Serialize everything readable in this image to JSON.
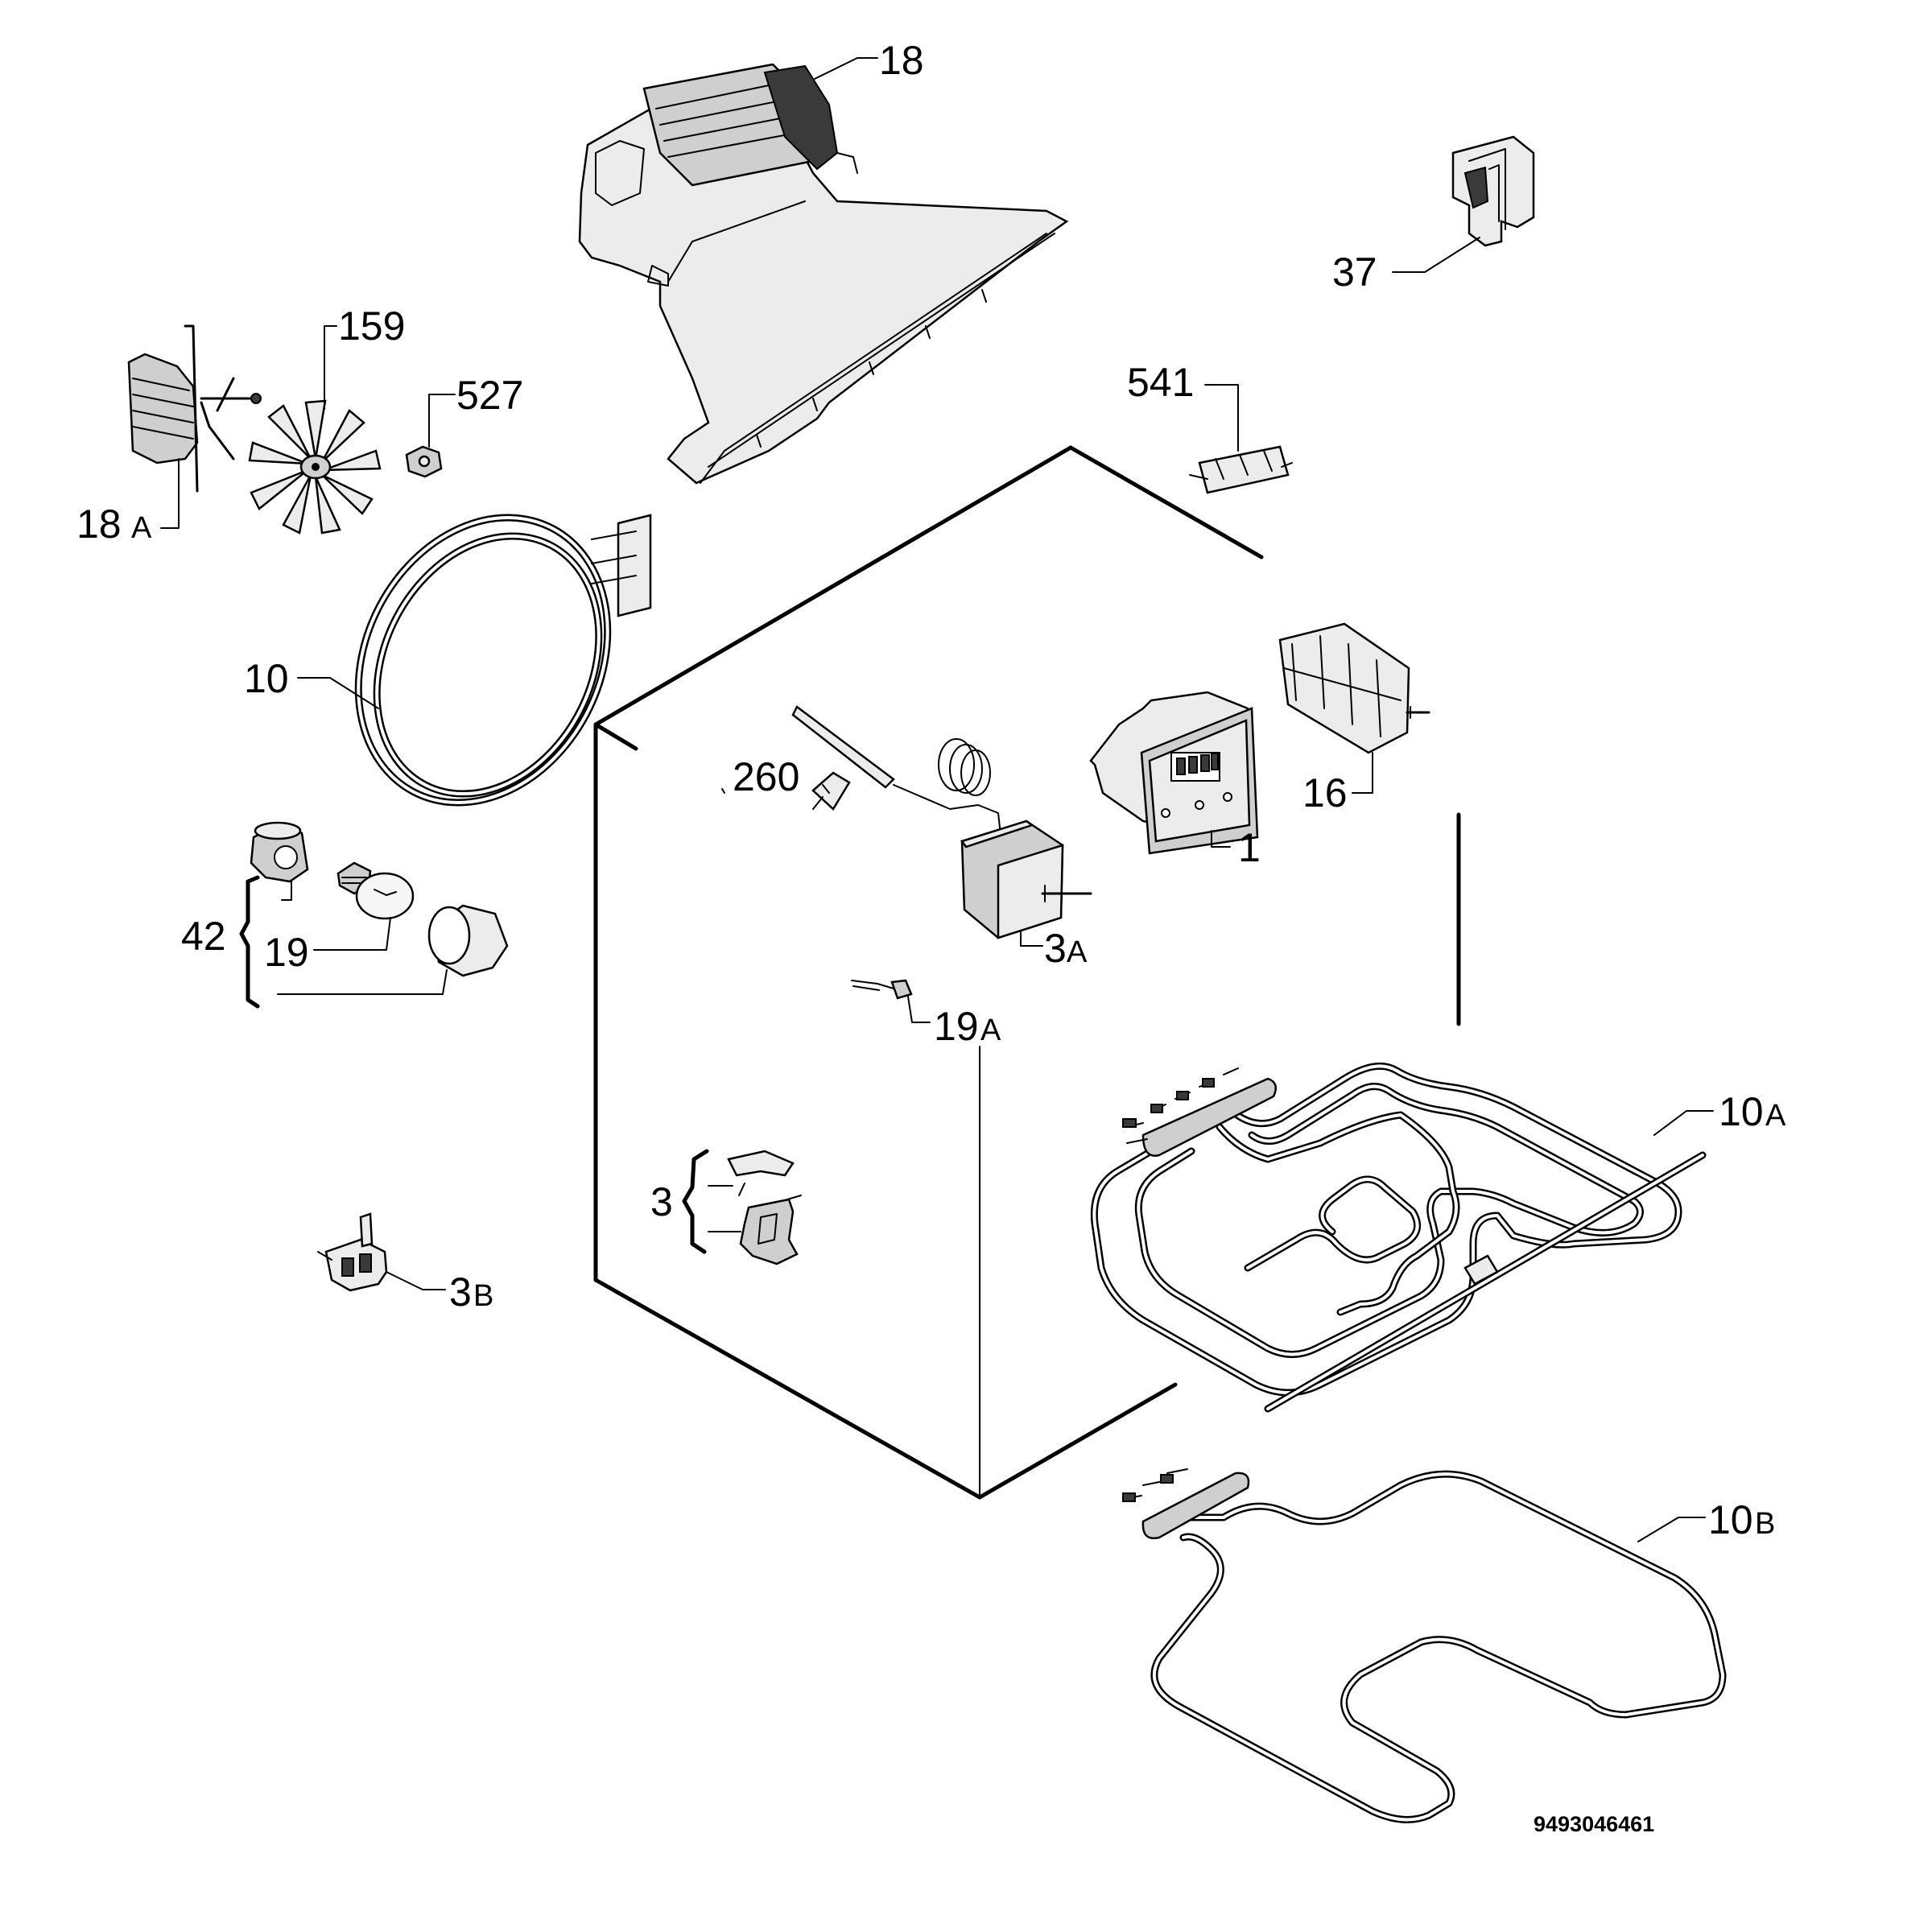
{
  "labels": {
    "p18": {
      "main": "18",
      "sub": ""
    },
    "p37": {
      "main": "37",
      "sub": ""
    },
    "p159": {
      "main": "159",
      "sub": ""
    },
    "p527": {
      "main": "527",
      "sub": ""
    },
    "p541": {
      "main": "541",
      "sub": ""
    },
    "p18a": {
      "main": "18",
      "sub": "A"
    },
    "p10": {
      "main": "10",
      "sub": ""
    },
    "p16": {
      "main": "16",
      "sub": ""
    },
    "p260": {
      "main": "260",
      "sub": ""
    },
    "p1": {
      "main": "1",
      "sub": ""
    },
    "p3a": {
      "main": "3",
      "sub": "A"
    },
    "p42": {
      "main": "42",
      "sub": ""
    },
    "p19": {
      "main": "19",
      "sub": ""
    },
    "p19a": {
      "main": "19",
      "sub": "A"
    },
    "p10a": {
      "main": "10",
      "sub": "A"
    },
    "p3": {
      "main": "3",
      "sub": ""
    },
    "p3b": {
      "main": "3",
      "sub": "B"
    },
    "p10b": {
      "main": "10",
      "sub": "B"
    }
  },
  "drawing_code": "9493046461"
}
